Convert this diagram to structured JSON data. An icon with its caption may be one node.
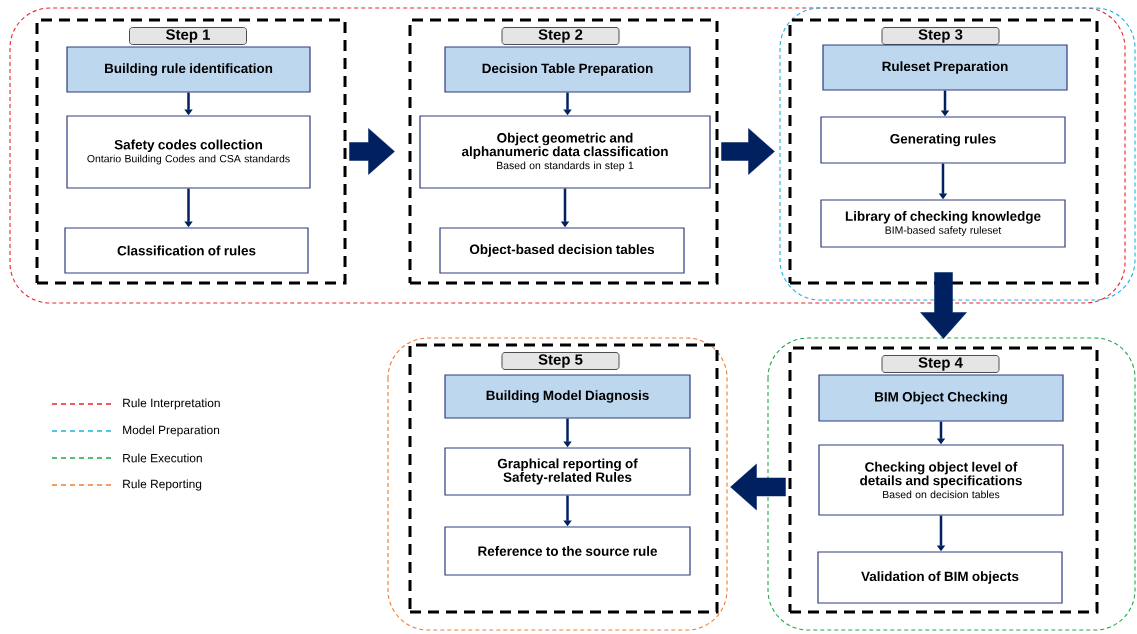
{
  "diagram": {
    "nodes": [
      {
        "text": [
          "Step 1"
        ]
      },
      {
        "text": [
          "Building rule identification"
        ],
        "in": 0
      },
      {
        "text": [
          "Safety codes collection",
          "Ontario Building Codes and CSA standards"
        ],
        "in": 0
      },
      {
        "text": [
          "Classification of rules"
        ],
        "in": 0
      },
      {
        "text": [
          "Step 2"
        ]
      },
      {
        "text": [
          "Decision Table Preparation"
        ],
        "in": 4
      },
      {
        "text": [
          "Object geometric and alphanumeric data classification",
          "Based on standards in step 1"
        ],
        "in": 4
      },
      {
        "text": [
          "Object-based decision tables"
        ],
        "in": 4
      },
      {
        "text": [
          "Step 3"
        ]
      },
      {
        "text": [
          "Ruleset Preparation"
        ],
        "in": 8
      },
      {
        "text": [
          "Generating rules"
        ],
        "in": 8
      },
      {
        "text": [
          "Library of checking knowledge",
          "BIM-based safety ruleset"
        ],
        "in": 8
      },
      {
        "text": [
          "Step 4"
        ]
      },
      {
        "text": [
          "BIM Object Checking"
        ],
        "in": 12
      },
      {
        "text": [
          "Checking object level of details and specifications",
          "Based on decision tables"
        ],
        "in": 12
      },
      {
        "text": [
          "Validation of BIM objects"
        ],
        "in": 12
      },
      {
        "text": [
          "Step 5"
        ]
      },
      {
        "text": [
          "Building Model Diagnosis"
        ],
        "in": 16
      },
      {
        "text": [
          "Graphical reporting of Safety-related Rules"
        ],
        "in": 16
      },
      {
        "text": [
          "Reference to the source rule"
        ],
        "in": 16
      }
    ],
    "edges": [
      {
        "from": 1,
        "to": 2,
        "arrow": "to"
      },
      {
        "from": 2,
        "to": 3,
        "arrow": "to"
      },
      {
        "from": 5,
        "to": 6,
        "arrow": "to"
      },
      {
        "from": 6,
        "to": 7,
        "arrow": "to"
      },
      {
        "from": 9,
        "to": 10,
        "arrow": "to"
      },
      {
        "from": 10,
        "to": 11,
        "arrow": "to"
      },
      {
        "from": 13,
        "to": 14,
        "arrow": "to"
      },
      {
        "from": 14,
        "to": 15,
        "arrow": "to"
      },
      {
        "from": 17,
        "to": 18,
        "arrow": "to"
      },
      {
        "from": 18,
        "to": 19,
        "arrow": "to"
      },
      {
        "from": 0,
        "to": 4,
        "arrow": "to",
        "style": "thick"
      },
      {
        "from": 4,
        "to": 8,
        "arrow": "to",
        "style": "thick"
      },
      {
        "from": 8,
        "to": 12,
        "arrow": "to",
        "style": "thick"
      },
      {
        "from": 12,
        "to": 16,
        "arrow": "to",
        "style": "thick"
      }
    ],
    "legend": [
      {
        "text": "Rule Interpretation"
      },
      {
        "text": "Model Preparation"
      },
      {
        "text": "Rule Execution"
      },
      {
        "text": "Rule Reporting"
      }
    ]
  }
}
